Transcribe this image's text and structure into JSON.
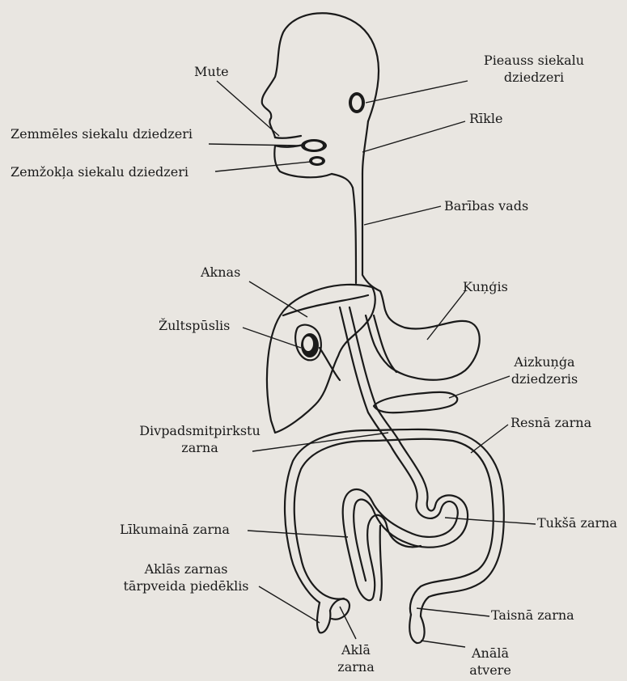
{
  "labels": {
    "mute": "Mute",
    "zemmeles": "Zemmēles siekalu dziedzeri",
    "zemzokla": "Zemžokļa siekalu dziedzeri",
    "pieauss_1": "Pieauss siekalu",
    "pieauss_2": "dziedzeri",
    "rikle": "Rīkle",
    "baribas_vads": "Barības vads",
    "aknas": "Aknas",
    "kungis": "Kuņģis",
    "zultspuslis": "Žultspūslis",
    "aizkunga_1": "Aizkuņģa",
    "aizkunga_2": "dziedzeris",
    "divpadsmit_1": "Divpadsmitpirkstu",
    "divpadsmit_2": "zarna",
    "resna": "Resnā zarna",
    "likumaina": "Līkumainā zarna",
    "tukša": "Tukšā zarna",
    "aklas_1": "Aklās zarnas",
    "aklas_2": "tārpveida piedēklis",
    "taisna": "Taisnā zarna",
    "akla_1": "Aklā",
    "akla_2": "zarna",
    "anala_1": "Anālā",
    "anala_2": "atvere"
  },
  "colors": {
    "ink": "#1a1a1a",
    "paper": "#e9e6e1"
  }
}
